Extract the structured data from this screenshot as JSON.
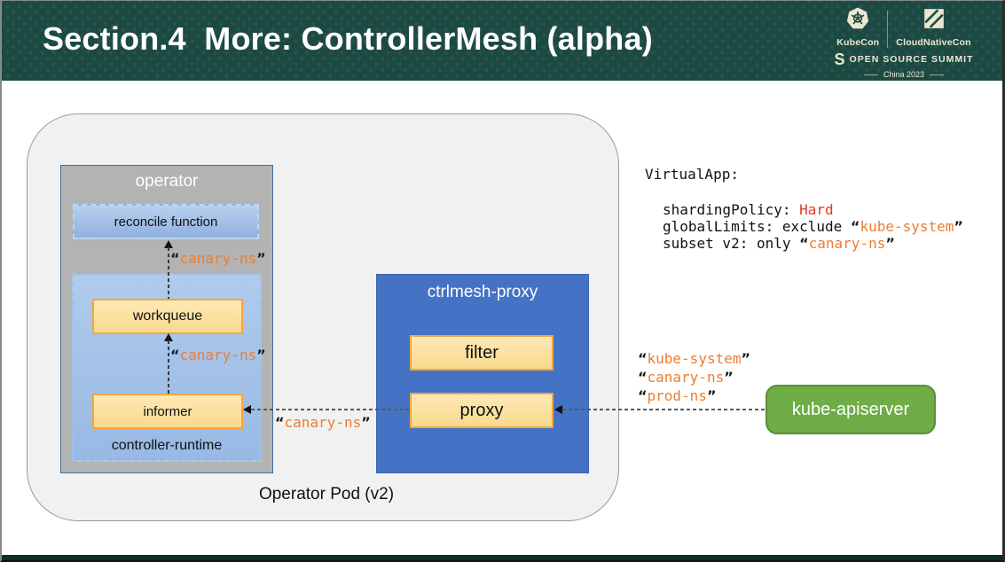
{
  "header": {
    "title": "Section.4  More: ControllerMesh (alpha)"
  },
  "logos": {
    "kubecon": "KubeCon",
    "cloudnativecon": "CloudNativeCon",
    "summit": "OPEN SOURCE SUMMIT",
    "s_mark": "S",
    "event": "China 2023"
  },
  "quotes": {
    "open": "“",
    "close": "”"
  },
  "code": {
    "title": "VirtualApp:",
    "sharding_key": "shardingPolicy: ",
    "sharding_val": "Hard",
    "global_key": "globalLimits: exclude ",
    "global_val": "kube-system",
    "subset_key": "subset v2: only ",
    "subset_val": "canary-ns"
  },
  "diagram": {
    "pod_label": "Operator Pod (v2)",
    "operator": {
      "title": "operator",
      "reconcile": "reconcile function",
      "runtime_label": "controller-runtime",
      "workqueue": "workqueue",
      "informer": "informer"
    },
    "mesh": {
      "title": "ctrlmesh-proxy",
      "filter": "filter",
      "proxy": "proxy"
    },
    "apiserver": "kube-apiserver",
    "canary": "canary-ns",
    "namespaces": [
      "kube-system",
      "canary-ns",
      "prod-ns"
    ]
  },
  "colors": {
    "header_bg": "#1c4a42",
    "orange": "#ED7D31",
    "red": "#E8352A",
    "mesh_blue": "#4472C4",
    "runtime_blue": "#A9C6EC",
    "operator_gray": "#B3B3B3",
    "yellow_fill": "#FBE3A3",
    "yellow_border": "#F2A73F",
    "apiserver_green": "#6FAD47",
    "pod_bg": "#F1F1F1"
  }
}
